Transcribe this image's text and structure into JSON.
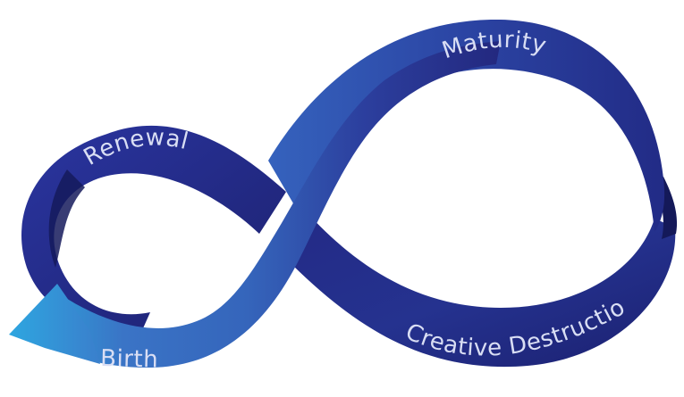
{
  "diagram": {
    "stages": {
      "maturity": "Maturity",
      "renewal": "Renewal",
      "birth": "Birth",
      "creative_destruction": "Creative Destruction"
    }
  },
  "colors": {
    "ribbon_dark": "#1f2378",
    "ribbon_mid": "#2a3a9c",
    "ribbon_light": "#3a6fc4",
    "arrow_tip": "#2f9ed8",
    "label_text": "#d9def4"
  }
}
